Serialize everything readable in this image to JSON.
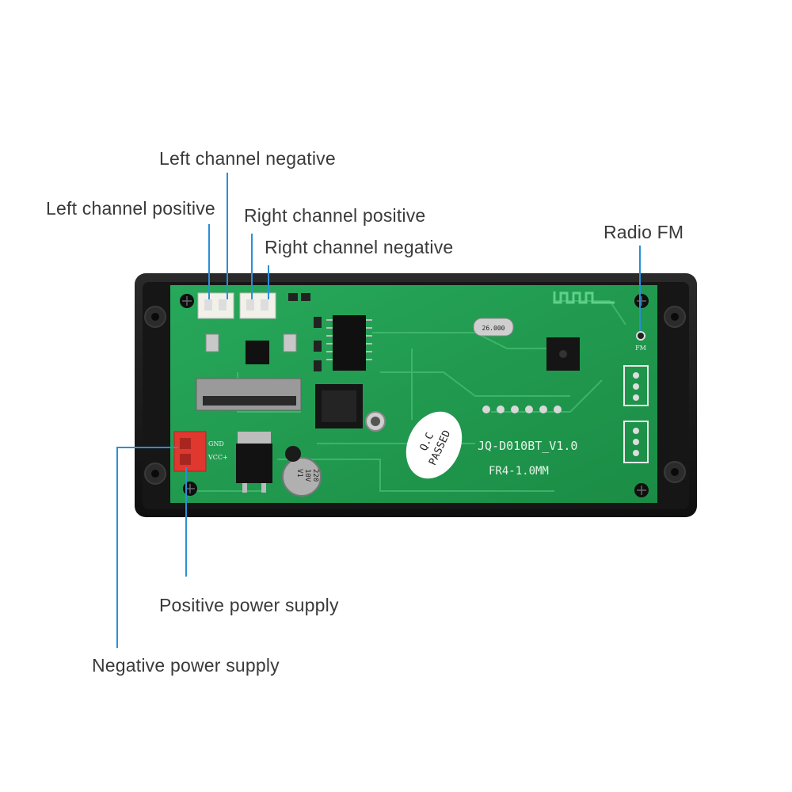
{
  "callouts": {
    "left_channel_negative": "Left channel negative",
    "left_channel_positive": "Left channel positive",
    "right_channel_positive": "Right channel positive",
    "right_channel_negative": "Right channel negative",
    "radio_fm": "Radio FM",
    "positive_power_supply": "Positive power supply",
    "negative_power_supply": "Negative power supply"
  },
  "board": {
    "model": "JQ-D010BT_V1.0",
    "material": "FR4-1.0MM",
    "qc_line1": "Q.C",
    "qc_line2": "PASSED",
    "gnd_label": "GND",
    "vcc_label": "VCC+",
    "fm_label": "FM",
    "cap_line1": "220",
    "cap_line2": "10V",
    "cap_line3": "V1",
    "crystal_label": "26.000"
  },
  "colors": {
    "callout_line": "#2a8fd6",
    "pcb_green": "#1f9a4c",
    "bezel": "#1a1a1a",
    "connector_red": "#e0372f"
  }
}
